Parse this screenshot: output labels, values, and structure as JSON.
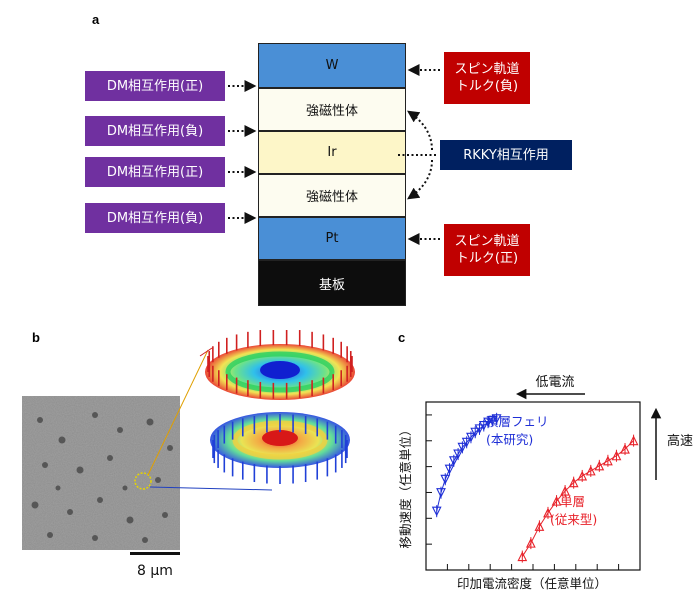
{
  "panel_a": {
    "letter": "a",
    "layers": [
      {
        "label": "W",
        "color": "#4a8fd6",
        "text_color": "#111111"
      },
      {
        "label": "強磁性体",
        "color": "#fdfcf0",
        "text_color": "#111111"
      },
      {
        "label": "Ir",
        "color": "#fdf6c8",
        "text_color": "#111111"
      },
      {
        "label": "強磁性体",
        "color": "#fdfcf0",
        "text_color": "#111111"
      },
      {
        "label": "Pt",
        "color": "#4a8fd6",
        "text_color": "#111111"
      },
      {
        "label": "基板",
        "color": "#0d0d0d",
        "text_color": "#ffffff"
      }
    ],
    "left_tags": [
      "DM相互作用(正)",
      "DM相互作用(負)",
      "DM相互作用(正)",
      "DM相互作用(負)"
    ],
    "right_top": [
      "スピン軌道",
      "トルク(負)"
    ],
    "right_middle": "RKKY相互作用",
    "right_bottom": [
      "スピン軌道",
      "トルク(正)"
    ],
    "colors": {
      "purple": "#7030a0",
      "red": "#c00000",
      "navy": "#002060"
    }
  },
  "panel_b": {
    "letter": "b",
    "scale_bar": "8 μm"
  },
  "panel_c": {
    "letter": "c",
    "arrow_top": "低電流",
    "arrow_right": "高速",
    "ylabel": "移動速度（任意単位）",
    "xlabel": "印加電流密度（任意単位）",
    "series_blue_label": [
      "積層フェリ",
      "(本研究)"
    ],
    "series_red_label": [
      "単層",
      "(従来型)"
    ]
  },
  "chart_data": {
    "type": "scatter",
    "title": "",
    "xlabel": "印加電流密度（任意単位）",
    "ylabel": "移動速度（任意単位）",
    "xlim": [
      0,
      10
    ],
    "ylim": [
      0,
      10
    ],
    "grid": false,
    "series": [
      {
        "name": "積層フェリ (本研究)",
        "color": "#1f2fd6",
        "marker": "triangle-down",
        "x": [
          0.5,
          0.7,
          0.9,
          1.1,
          1.3,
          1.5,
          1.7,
          1.9,
          2.1,
          2.3,
          2.5,
          2.7,
          2.9,
          3.1,
          3.3
        ],
        "y": [
          3.5,
          4.6,
          5.4,
          6.0,
          6.5,
          6.9,
          7.3,
          7.6,
          7.9,
          8.2,
          8.4,
          8.6,
          8.8,
          8.9,
          9.0
        ]
      },
      {
        "name": "単層 (従来型)",
        "color": "#e8222a",
        "marker": "triangle-up",
        "x": [
          4.5,
          4.9,
          5.3,
          5.7,
          6.1,
          6.5,
          6.9,
          7.3,
          7.7,
          8.1,
          8.5,
          8.9,
          9.3,
          9.7
        ],
        "y": [
          0.8,
          1.6,
          2.6,
          3.4,
          4.1,
          4.7,
          5.2,
          5.6,
          5.9,
          6.2,
          6.5,
          6.8,
          7.2,
          7.7
        ]
      }
    ]
  }
}
